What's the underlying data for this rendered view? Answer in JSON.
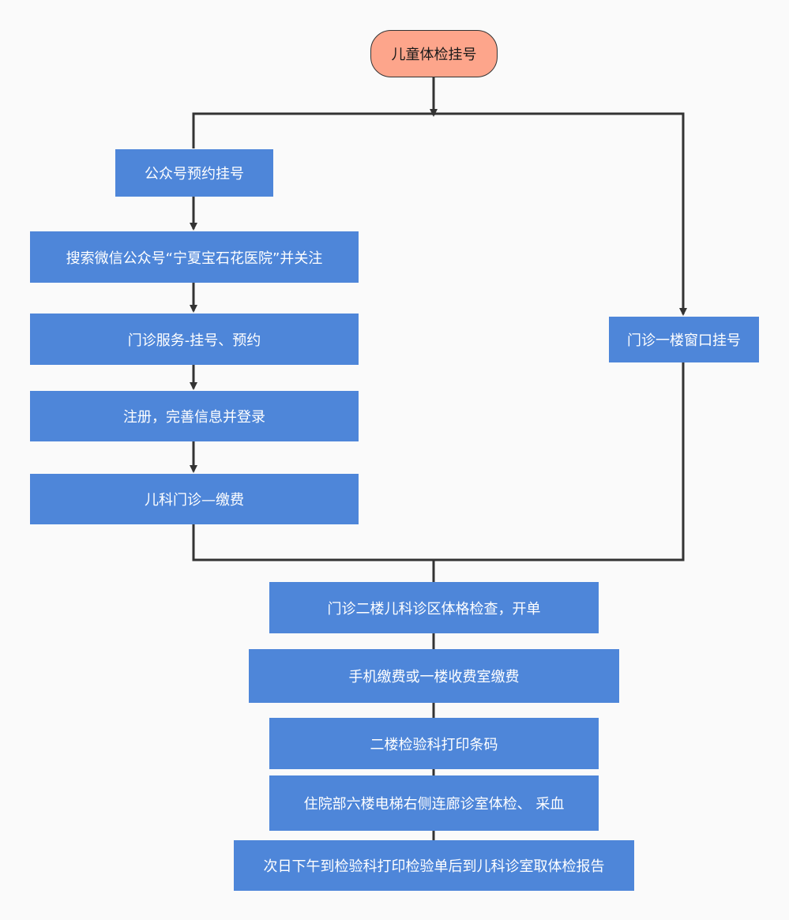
{
  "colors": {
    "process": "#4e86d9",
    "start": "#fda58b",
    "line": "#333333",
    "background": "#fafafa"
  },
  "nodes": {
    "start": "儿童体检挂号",
    "wechat_booking": "公众号预约挂号",
    "search_account": "搜索微信公众号“宁夏宝石花医院”并关注",
    "clinic_service": "门诊服务-挂号、预约",
    "register_login": "注册，完善信息并登录",
    "pediatric_pay": "儿科门诊—缴费",
    "window_register": "门诊一楼窗口挂号",
    "physical_exam": "门诊二楼儿科诊区体格检查，开单",
    "payment": "手机缴费或一楼收费室缴费",
    "print_barcode": "二楼检验科打印条码",
    "blood_test": "住院部六楼电梯右侧连廊诊室体检、 采血",
    "get_report": "次日下午到检验科打印检验单后到儿科诊室取体检报告"
  }
}
